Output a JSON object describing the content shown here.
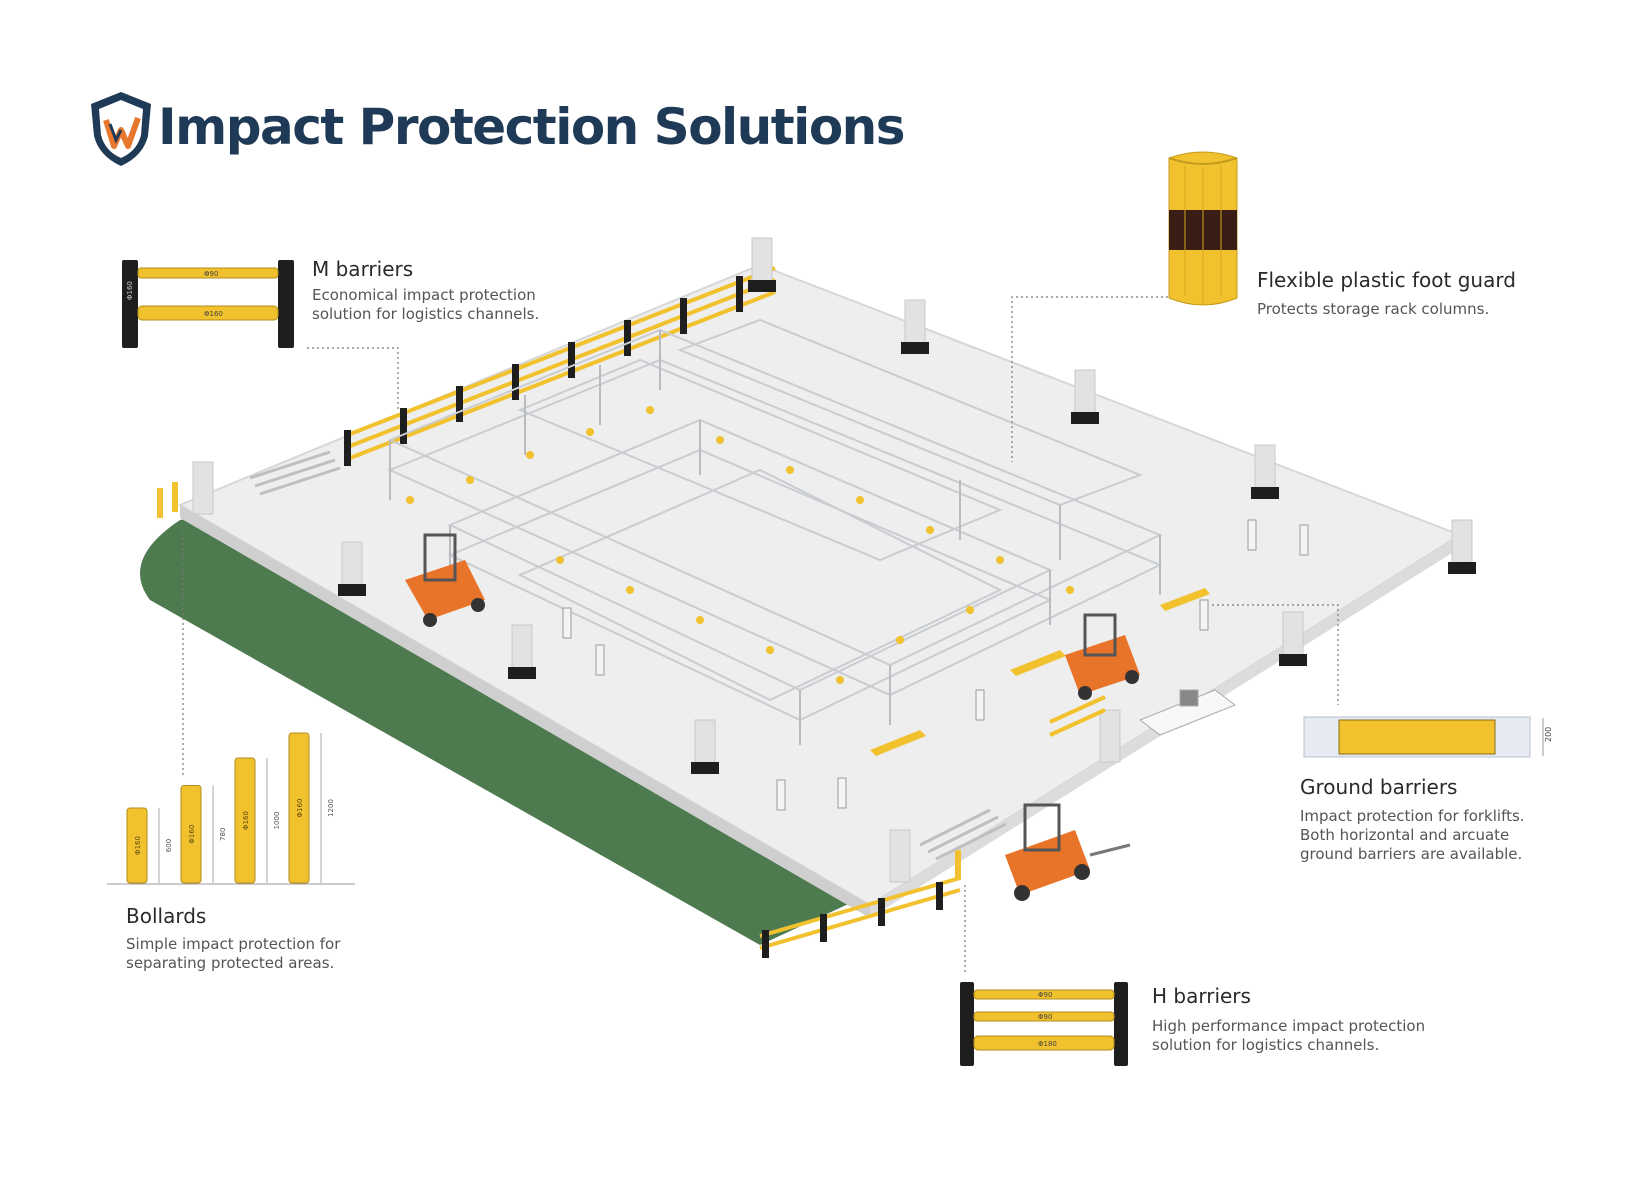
{
  "header": {
    "title": "Impact Protection Solutions"
  },
  "products": {
    "m_barriers": {
      "title": "M barriers",
      "desc_1": "Economical impact protection",
      "desc_2": "solution for logistics channels.",
      "dim_top": "Φ90",
      "dim_bottom": "Φ160",
      "dim_post": "Φ160"
    },
    "foot_guard": {
      "title": "Flexible plastic foot guard",
      "desc_1": "Protects storage rack columns."
    },
    "ground_barriers": {
      "title": "Ground barriers",
      "desc_1": "Impact protection for forklifts.",
      "desc_2": "Both horizontal and arcuate",
      "desc_3": "ground barriers are available.",
      "dim_height": "200"
    },
    "bollards": {
      "title": "Bollards",
      "desc_1": "Simple impact protection for",
      "desc_2": "separating protected areas.",
      "items": [
        {
          "diameter": "Φ160",
          "height": "600"
        },
        {
          "diameter": "Φ160",
          "height": "780"
        },
        {
          "diameter": "Φ160",
          "height": "1000"
        },
        {
          "diameter": "Φ160",
          "height": "1200"
        }
      ]
    },
    "h_barriers": {
      "title": "H barriers",
      "desc_1": "High performance impact protection",
      "desc_2": "solution for logistics channels.",
      "dim_top": "Φ90",
      "dim_mid": "Φ90",
      "dim_bottom": "Φ180"
    }
  },
  "colors": {
    "title": "#1f3a56",
    "logo_orange": "#e8772e",
    "safety_yellow": "#f2c12e",
    "post_black": "#1e1e1e",
    "floor": "#eeeeee",
    "grass": "#4d7a4f",
    "forklift_orange": "#e8742a"
  }
}
